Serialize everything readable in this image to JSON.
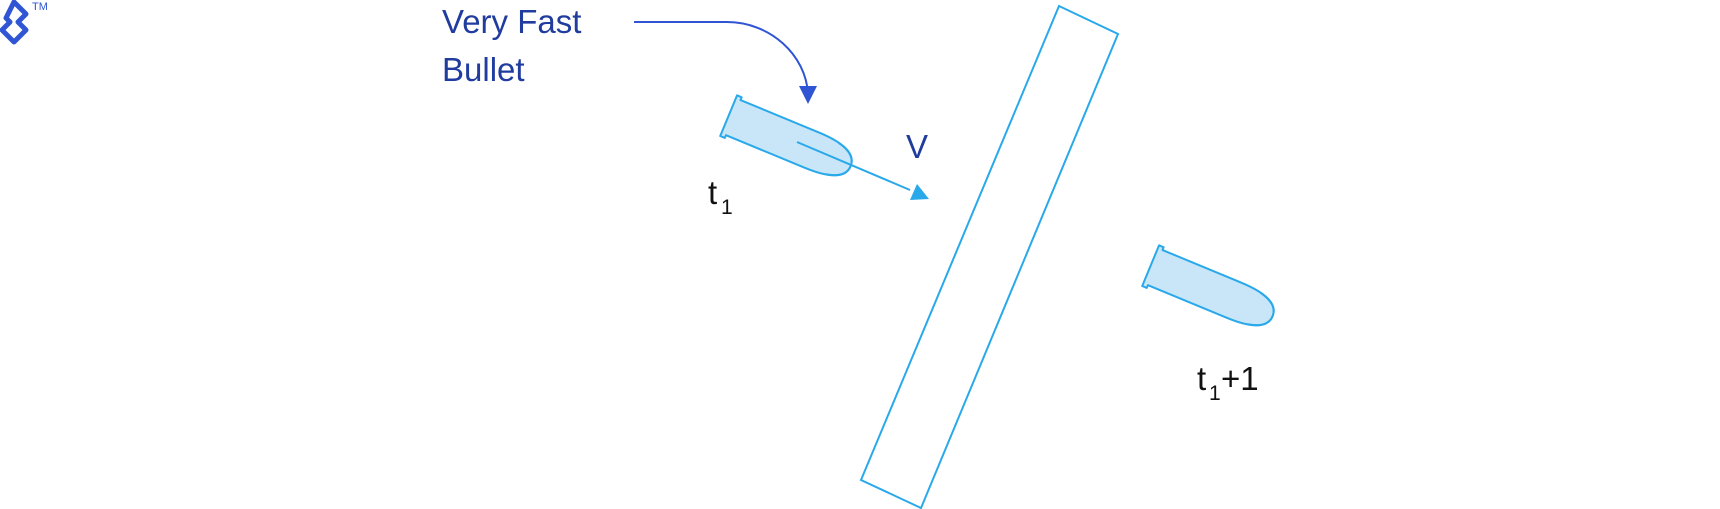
{
  "logo": {
    "icon": "toptal-logo-icon",
    "trademark": "TM",
    "color": "#2f55d4"
  },
  "annotation": {
    "line1": "Very Fast",
    "line2": "Bullet",
    "color": "#1f3c9e",
    "arrow_color": "#2f55d4"
  },
  "velocity": {
    "label": "V",
    "color": "#1f3c9e",
    "arrow_color": "#29a9ea"
  },
  "time_labels": {
    "first": {
      "base": "t",
      "subscript": "1"
    },
    "second": {
      "base": "t",
      "subscript": "1",
      "suffix": "+1"
    }
  },
  "colors": {
    "bullet_fill": "#c8e6f8",
    "bullet_stroke": "#29a9ea",
    "wall_stroke": "#29a9ea",
    "label_dark": "#111111"
  },
  "objects": {
    "bullet_at_t1": "bullet-icon",
    "bullet_at_t1_plus_1": "bullet-icon",
    "wall": "thin-wall"
  }
}
